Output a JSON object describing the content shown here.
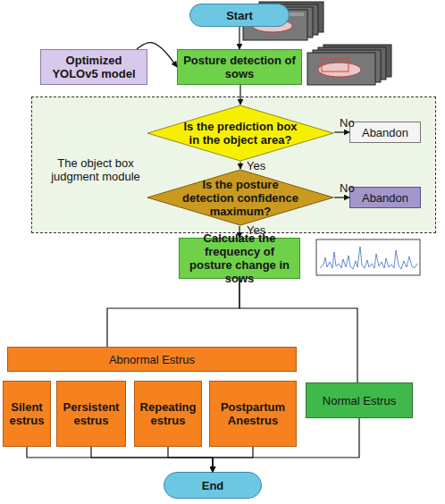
{
  "diagram": {
    "nodes": [
      {
        "text": [
          "Start"
        ]
      },
      {
        "text": [
          "Optimized YOLOv5 model"
        ]
      },
      {
        "text": [
          "Posture detection of sows"
        ]
      },
      {
        "text": [
          "The object box judgment module"
        ]
      },
      {
        "text": [
          "Is the prediction box in the object area?"
        ],
        "in": 3
      },
      {
        "text": [
          "Abandon"
        ],
        "in": 3
      },
      {
        "text": [
          "Is the posture detection confidence maximum?"
        ],
        "in": 3
      },
      {
        "text": [
          "Abandon"
        ],
        "in": 3
      },
      {
        "text": [
          "Calculate the frequency of posture change in sows"
        ]
      },
      {
        "text": [
          "Abnormal Estrus"
        ]
      },
      {
        "text": [
          "Silent estrus"
        ]
      },
      {
        "text": [
          "Persistent estrus"
        ]
      },
      {
        "text": [
          "Repeating estrus"
        ]
      },
      {
        "text": [
          "Postpartum Anestrus"
        ]
      },
      {
        "text": [
          "Normal Estrus"
        ]
      },
      {
        "text": [
          "End"
        ]
      }
    ],
    "edges": [
      {
        "from": 0,
        "to": 2,
        "arrow": "to"
      },
      {
        "from": 1,
        "to": 2,
        "arrow": "to"
      },
      {
        "from": 2,
        "to": 4,
        "arrow": "to"
      },
      {
        "from": 4,
        "to": 5,
        "label": "No",
        "arrow": "to"
      },
      {
        "from": 4,
        "to": 6,
        "label": "Yes",
        "arrow": "to"
      },
      {
        "from": 6,
        "to": 7,
        "label": "No",
        "arrow": "to"
      },
      {
        "from": 6,
        "to": 8,
        "label": "Yes",
        "arrow": "to"
      },
      {
        "from": 8,
        "to": 9,
        "arrow": "none"
      },
      {
        "from": 8,
        "to": 14,
        "arrow": "none"
      },
      {
        "from": 10,
        "to": 15,
        "arrow": "to"
      },
      {
        "from": 11,
        "to": 15,
        "arrow": "to"
      },
      {
        "from": 12,
        "to": 15,
        "arrow": "to"
      },
      {
        "from": 13,
        "to": 15,
        "arrow": "to"
      },
      {
        "from": 14,
        "to": 15,
        "arrow": "to"
      }
    ]
  }
}
